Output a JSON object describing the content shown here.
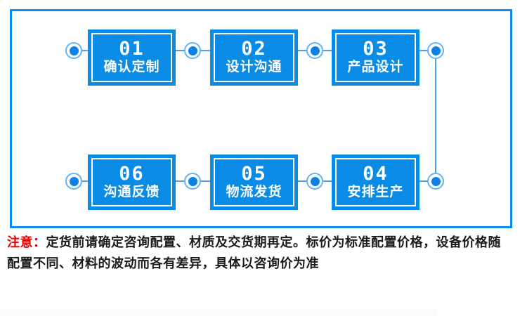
{
  "flow_panel": {
    "rows": [
      {
        "steps": [
          {
            "num": "01",
            "label": "确认定制"
          },
          {
            "num": "02",
            "label": "设计沟通"
          },
          {
            "num": "03",
            "label": "产品设计"
          }
        ]
      },
      {
        "steps": [
          {
            "num": "06",
            "label": "沟通反馈"
          },
          {
            "num": "05",
            "label": "物流发货"
          },
          {
            "num": "04",
            "label": "安排生产"
          }
        ]
      }
    ]
  },
  "note": {
    "prefix": "注意：",
    "line1": "定货前请确定咨询配置、材质及交货期再定。标价为标准配置价格，设备价格随",
    "line2": "配置不同、材料的波动而各有差异，具体以咨询价为准"
  },
  "colors": {
    "box_blue": "#0a8be6",
    "panel_border_blue": "#0d8bee",
    "connector_line_blue": "#4aa0ec",
    "node_dot_blue": "#0c80e4",
    "node_ring_blue": "#63b4f4",
    "notice_red": "#e60000",
    "notice_text": "#1b1b1b"
  },
  "icons": {
    "connector_node": "circle-dot"
  }
}
